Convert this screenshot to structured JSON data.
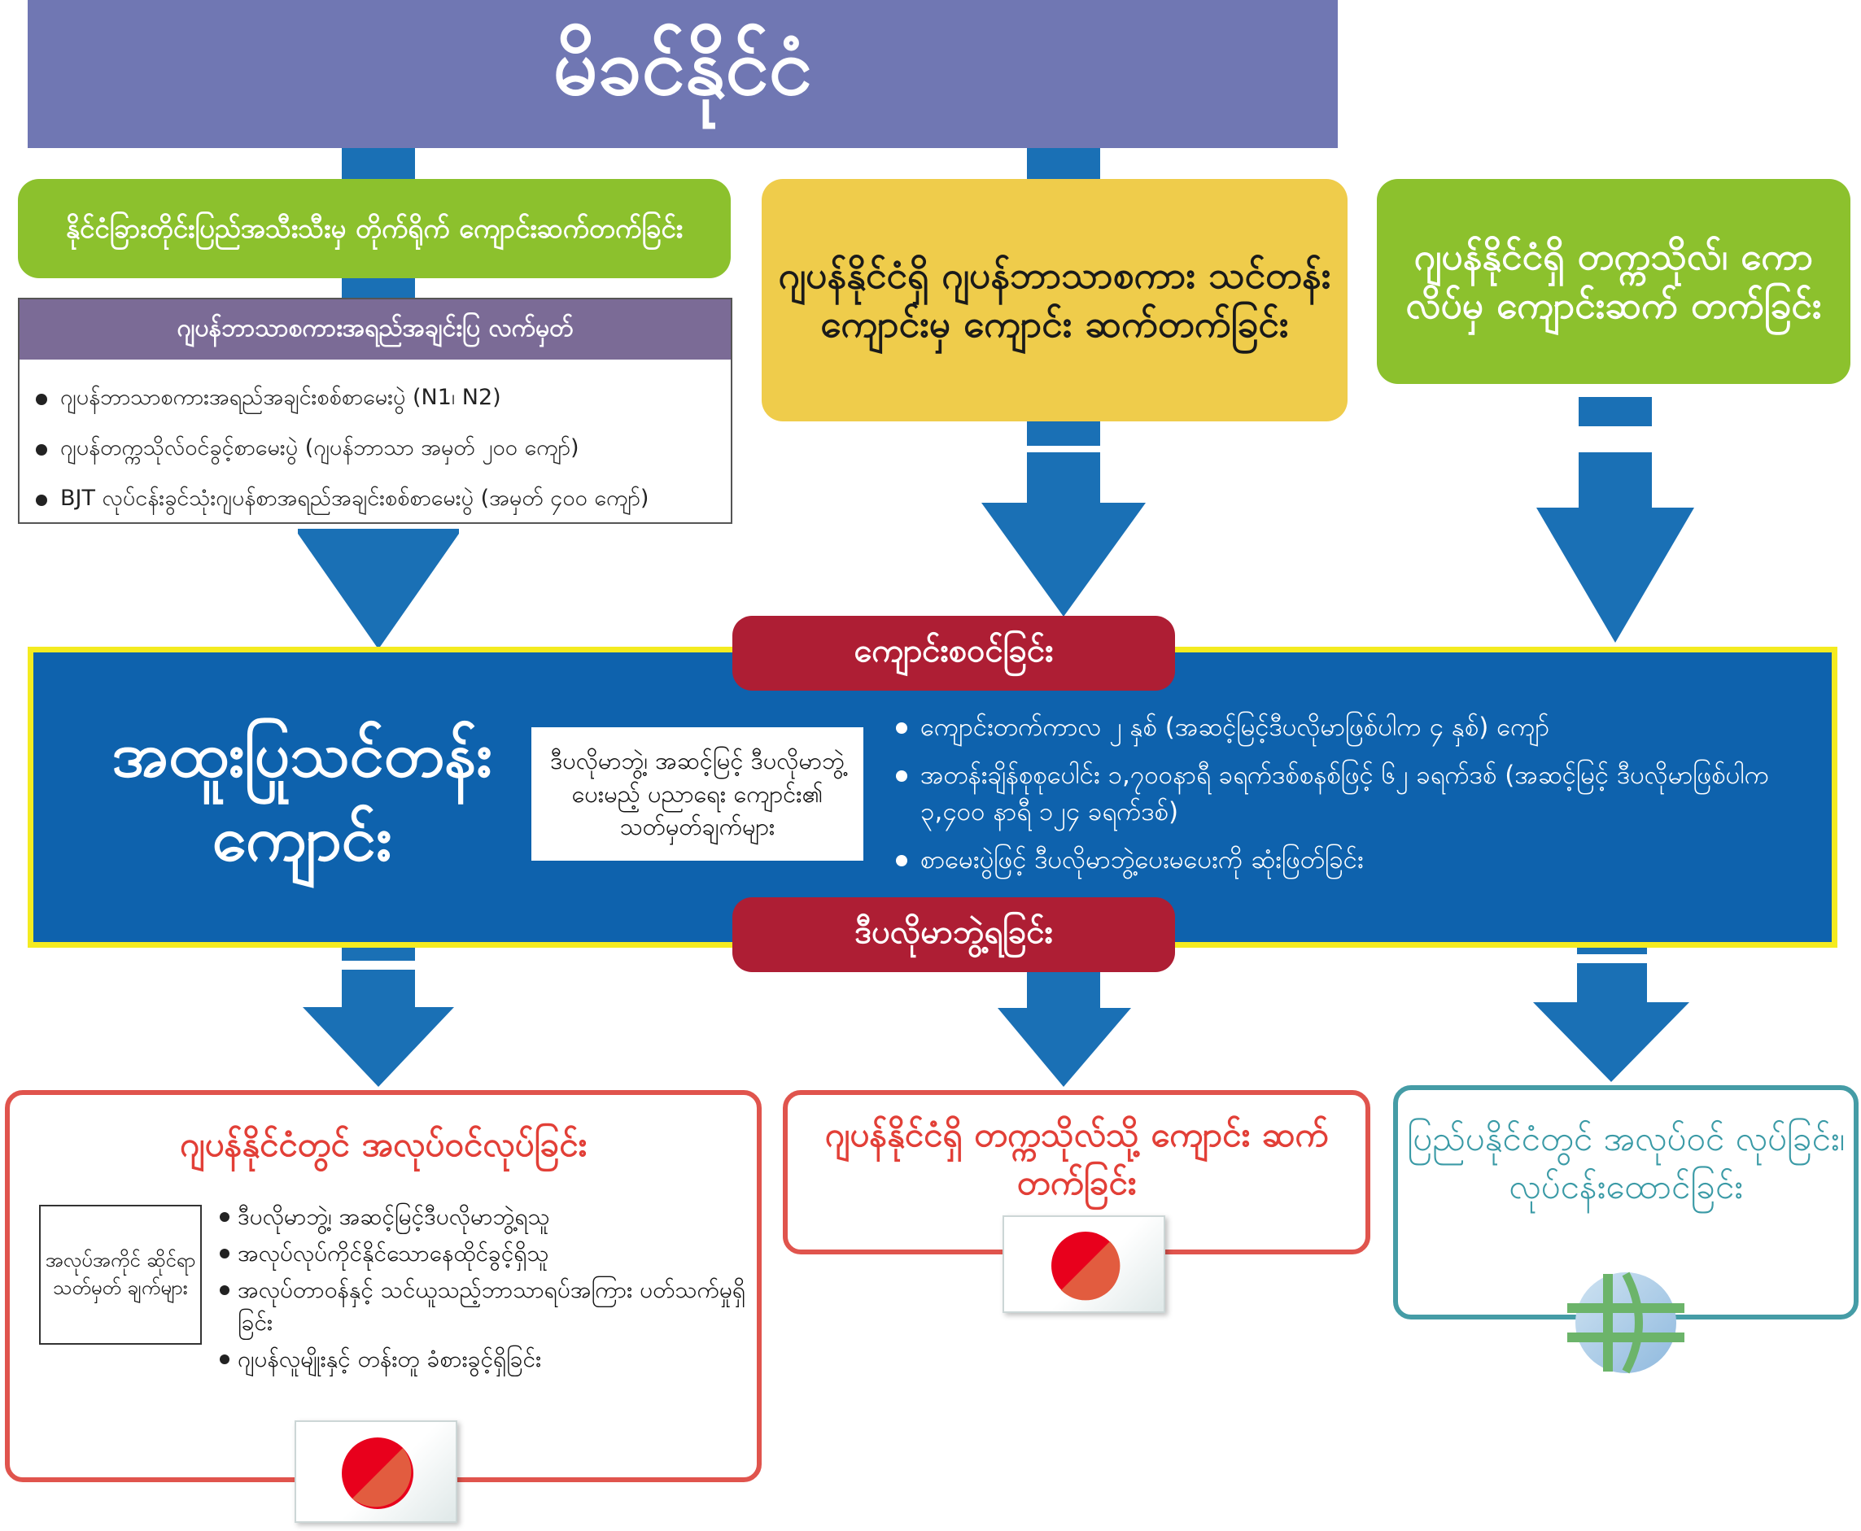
{
  "top_banner": {
    "title": "မိခင်နိုင်ငံ"
  },
  "sources": {
    "left": {
      "title": "နိုင်ငံခြားတိုင်းပြည်အသီးသီးမှ တိုက်ရိုက် ကျောင်းဆက်တက်ခြင်း"
    },
    "middle": {
      "title": "ဂျပန်နိုင်ငံရှိ ဂျပန်ဘာသာစကား သင်တန်းကျောင်းမှ ကျောင်း ဆက်တက်ခြင်း"
    },
    "right": {
      "title": "ဂျပန်နိုင်ငံရှိ တက္ကသိုလ်၊ ကောလိပ်မှ ကျောင်းဆက် တက်ခြင်း"
    }
  },
  "requirements": {
    "title": "ဂျပန်ဘာသာစကားအရည်အချင်းပြ လက်မှတ်",
    "items": [
      "ဂျပန်ဘာသာစကားအရည်အချင်းစစ်စာမေးပွဲ (N1၊ N2)",
      "ဂျပန်တက္ကသိုလ်ဝင်ခွင့်စာမေးပွဲ (ဂျပန်ဘာသာ အမှတ် ၂၀၀ ကျော်)",
      "BJT လုပ်ငန်းခွင်သုံးဂျပန်စာအရည်အချင်းစစ်စာမေးပွဲ (အမှတ် ၄၀၀ ကျော်)"
    ]
  },
  "enroll_label": "ကျောင်းစဝင်ခြင်း",
  "main": {
    "title": "အထူးပြုသင်တန်း ကျောင်း",
    "note": "ဒီပလိုမာဘွဲ့၊ အဆင့်မြင့် ဒီပလိုမာဘွဲ့ပေးမည့် ပညာရေး ကျောင်း၏ သတ်မှတ်ချက်များ",
    "items": [
      "ကျောင်းတက်ကာလ ၂ နှစ် (အဆင့်မြင့်ဒီပလိုမာဖြစ်ပါက ၄ နှစ်) ကျော်",
      "အတန်းချိန်စုစုပေါင်း ၁,၇၀၀နာရီ ခရက်ဒစ်စနစ်ဖြင့် ၆၂ ခရက်ဒစ် (အဆင့်မြင့် ဒီပလိုမာဖြစ်ပါက ၃,၄၀၀ နာရီ ၁၂၄ ခရက်ဒစ်)",
      "စာမေးပွဲဖြင့် ဒီပလိုမာဘွဲ့ပေးမပေးကို ဆုံးဖြတ်ခြင်း"
    ]
  },
  "diploma_label": "ဒီပလိုမာဘွဲ့ရခြင်း",
  "outcomes": {
    "left": {
      "title": "ဂျပန်နိုင်ငံတွင် အလုပ်ဝင်လုပ်ခြင်း",
      "note": "အလုပ်အကိုင် ဆိုင်ရာသတ်မှတ် ချက်များ",
      "items": [
        "ဒီပလိုမာဘွဲ့၊ အဆင့်မြင့်ဒီပလိုမာဘွဲ့ရသူ",
        "အလုပ်လုပ်ကိုင်နိုင်သောနေထိုင်ခွင့်ရှိသူ",
        "အလုပ်တာဝန်နှင့် သင်ယူသည့်ဘာသာရပ်အကြား ပတ်သက်မှုရှိခြင်း",
        "ဂျပန်လူမျိုးနှင့် တန်းတူ ခံစားခွင့်ရှိခြင်း"
      ]
    },
    "middle": {
      "title": "ဂျပန်နိုင်ငံရှိ တက္ကသိုလ်သို့ ကျောင်း ဆက်တက်ခြင်း"
    },
    "right": {
      "title": "ပြည်ပနိုင်ငံတွင် အလုပ်ဝင် လုပ်ခြင်း၊ လုပ်ငန်းထောင်ခြင်း"
    }
  },
  "icons": {
    "japan_flag": "japan-flag-icon",
    "globe": "globe-icon"
  },
  "colors": {
    "banner": "#7077b3",
    "green": "#8cc12d",
    "yellow": "#efcc4b",
    "main_blue": "#0e62ad",
    "main_border": "#f4eb20",
    "pill_red": "#ae1e34",
    "arrow_blue": "#1a70b5",
    "outcome_red": "#e0544d",
    "outcome_teal": "#459ca6",
    "flag_red": "#e8001c"
  }
}
